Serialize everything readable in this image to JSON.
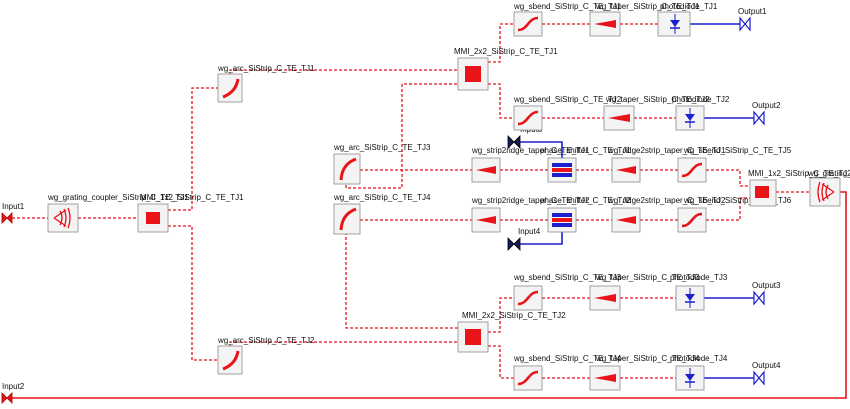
{
  "title": "Photonic integrated circuit schematic",
  "colors": {
    "optical_wire": "#e8141a",
    "electrical_wire": "#1a1fd0",
    "component_body": "#e8141a",
    "box_fill": "#f4f4f4",
    "box_stroke": "#8a8a8a",
    "pin_fill": "#ffffff",
    "label_text": "#111111"
  },
  "ports": [
    {
      "id": "in1",
      "label": "Input1",
      "kind": "input-port"
    },
    {
      "id": "in2",
      "label": "Input2",
      "kind": "input-port"
    },
    {
      "id": "in3",
      "label": "Input3",
      "kind": "input-port"
    },
    {
      "id": "in4",
      "label": "Input4",
      "kind": "input-port"
    },
    {
      "id": "out1",
      "label": "Output1",
      "kind": "output-port"
    },
    {
      "id": "out2",
      "label": "Output2",
      "kind": "output-port"
    },
    {
      "id": "out3",
      "label": "Output3",
      "kind": "output-port"
    },
    {
      "id": "out4",
      "label": "Output4",
      "kind": "output-port"
    }
  ],
  "components": [
    {
      "id": "gc1",
      "label": "wg_grating_coupler_SiStrip_C_TE_TJ1",
      "kind": "grating"
    },
    {
      "id": "mmi1x2",
      "label": "MMI_1x2_SiStrip_C_TE_TJ1",
      "kind": "mmi"
    },
    {
      "id": "arc1",
      "label": "wg_arc_SiStrip_C_TE_TJ1",
      "kind": "arc"
    },
    {
      "id": "arc2",
      "label": "wg_arc_SiStrip_C_TE_TJ2",
      "kind": "arc"
    },
    {
      "id": "arc3",
      "label": "wg_arc_SiStrip_C_TE_TJ3",
      "kind": "arc"
    },
    {
      "id": "arc4",
      "label": "wg_arc_SiStrip_C_TE_TJ4",
      "kind": "arc"
    },
    {
      "id": "mmi2x2a",
      "label": "MMI_2x2_SiStrip_C_TE_TJ1",
      "kind": "mmi"
    },
    {
      "id": "mmi2x2b",
      "label": "MMI_2x2_SiStrip_C_TE_TJ2",
      "kind": "mmi"
    },
    {
      "id": "sb1",
      "label": "wg_sbend_SiStrip_C_TE_TJ1",
      "kind": "sbend"
    },
    {
      "id": "sb2",
      "label": "wg_sbend_SiStrip_C_TE_TJ2",
      "kind": "sbend"
    },
    {
      "id": "sb3",
      "label": "wg_sbend_SiStrip_C_TE_TJ3",
      "kind": "sbend"
    },
    {
      "id": "sb4",
      "label": "wg_sbend_SiStrip_C_TE_TJ4",
      "kind": "sbend"
    },
    {
      "id": "tp1",
      "label": "wg_taper_SiStrip_C_TE_TJ1",
      "kind": "taper"
    },
    {
      "id": "tp2",
      "label": "wg_taper_SiStrip_C_TE_TJ2",
      "kind": "taper"
    },
    {
      "id": "tp3",
      "label": "wg_taper_SiStrip_C_TE_TJ3",
      "kind": "taper"
    },
    {
      "id": "tp4",
      "label": "wg_taper_SiStrip_C_TE_TJ4",
      "kind": "taper"
    },
    {
      "id": "pd1",
      "label": "photodiode_TJ1",
      "kind": "photodiode"
    },
    {
      "id": "pd2",
      "label": "photodiode_TJ2",
      "kind": "photodiode"
    },
    {
      "id": "pd3",
      "label": "photodiode_TJ3",
      "kind": "photodiode"
    },
    {
      "id": "pd4",
      "label": "photodiode_TJ4",
      "kind": "photodiode"
    },
    {
      "id": "s2r1",
      "label": "wg_strip2ridge_taper_C_TE_TJ1",
      "kind": "taper"
    },
    {
      "id": "s2r2",
      "label": "wg_strip2ridge_taper_C_TE_TJ2",
      "kind": "taper"
    },
    {
      "id": "ps1",
      "label": "phase_shifter_C_TE_TJ1",
      "kind": "shifter"
    },
    {
      "id": "ps2",
      "label": "phase_shifter_C_TE_TJ2",
      "kind": "shifter"
    },
    {
      "id": "r2s1",
      "label": "wg_ridge2strip_taper_C_TE_TJ1",
      "kind": "taper"
    },
    {
      "id": "r2s2",
      "label": "wg_ridge2strip_taper_C_TE_TJ2",
      "kind": "taper"
    },
    {
      "id": "sb5",
      "label": "wg_sbend_SiStrip_C_TE_TJ5",
      "kind": "sbend"
    },
    {
      "id": "sb6",
      "label": "wg_sbend_SiStrip_C_TE_TJ6",
      "kind": "sbend"
    },
    {
      "id": "mmi1x2b",
      "label": "MMI_1x2_SiStrip_C_TE_TJ2",
      "kind": "mmi"
    },
    {
      "id": "gc2",
      "label": "wg_grating_coupler_SiStrip_C_TE_TJ2",
      "kind": "grating"
    }
  ],
  "connections": [
    {
      "from": "in1",
      "to": "gc1",
      "type": "optical"
    },
    {
      "from": "gc1",
      "to": "mmi1x2",
      "type": "optical"
    },
    {
      "from": "mmi1x2",
      "to": "arc1",
      "type": "optical"
    },
    {
      "from": "mmi1x2",
      "to": "arc2",
      "type": "optical"
    },
    {
      "from": "arc1",
      "to": "mmi2x2a",
      "type": "optical"
    },
    {
      "from": "arc2",
      "to": "mmi2x2b",
      "type": "optical"
    },
    {
      "from": "mmi2x2a",
      "to": "sb1",
      "type": "optical"
    },
    {
      "from": "mmi2x2a",
      "to": "sb2",
      "type": "optical"
    },
    {
      "from": "arc3",
      "to": "mmi2x2a",
      "type": "optical"
    },
    {
      "from": "arc4",
      "to": "mmi2x2b",
      "type": "optical"
    },
    {
      "from": "mmi2x2b",
      "to": "sb3",
      "type": "optical"
    },
    {
      "from": "mmi2x2b",
      "to": "sb4",
      "type": "optical"
    },
    {
      "from": "sb1",
      "to": "tp1",
      "type": "optical"
    },
    {
      "from": "sb2",
      "to": "tp2",
      "type": "optical"
    },
    {
      "from": "sb3",
      "to": "tp3",
      "type": "optical"
    },
    {
      "from": "sb4",
      "to": "tp4",
      "type": "optical"
    },
    {
      "from": "tp1",
      "to": "pd1",
      "type": "optical"
    },
    {
      "from": "tp2",
      "to": "pd2",
      "type": "optical"
    },
    {
      "from": "tp3",
      "to": "pd3",
      "type": "optical"
    },
    {
      "from": "tp4",
      "to": "pd4",
      "type": "optical"
    },
    {
      "from": "pd1",
      "to": "out1",
      "type": "electrical"
    },
    {
      "from": "pd2",
      "to": "out2",
      "type": "electrical"
    },
    {
      "from": "pd3",
      "to": "out3",
      "type": "electrical"
    },
    {
      "from": "pd4",
      "to": "out4",
      "type": "electrical"
    },
    {
      "from": "arc3",
      "to": "s2r1",
      "type": "optical"
    },
    {
      "from": "arc4",
      "to": "s2r2",
      "type": "optical"
    },
    {
      "from": "s2r1",
      "to": "ps1",
      "type": "optical"
    },
    {
      "from": "s2r2",
      "to": "ps2",
      "type": "optical"
    },
    {
      "from": "ps1",
      "to": "r2s1",
      "type": "optical"
    },
    {
      "from": "ps2",
      "to": "r2s2",
      "type": "optical"
    },
    {
      "from": "r2s1",
      "to": "sb5",
      "type": "optical"
    },
    {
      "from": "r2s2",
      "to": "sb6",
      "type": "optical"
    },
    {
      "from": "sb5",
      "to": "mmi1x2b",
      "type": "optical"
    },
    {
      "from": "sb6",
      "to": "mmi1x2b",
      "type": "optical"
    },
    {
      "from": "mmi1x2b",
      "to": "gc2",
      "type": "optical"
    },
    {
      "from": "gc2",
      "to": "in2",
      "type": "optical"
    },
    {
      "from": "in3",
      "to": "ps1",
      "type": "electrical"
    },
    {
      "from": "in4",
      "to": "ps2",
      "type": "electrical"
    }
  ]
}
